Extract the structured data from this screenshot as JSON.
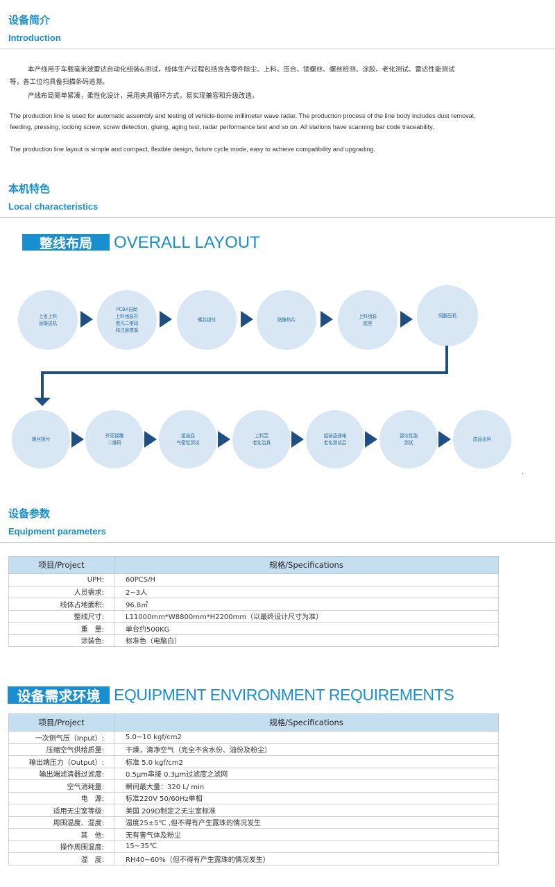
{
  "intro": {
    "title_cn": "设备简介",
    "title_en": "Introduction",
    "cn_paragraph_1": "本产线用于车载毫米波雷达自动化组装&测试，线体生产过程包括含各零件除尘、上料、压合、锁螺丝、螺丝检测、涂胶、老化测试、雷达性能测试等，各工位均具备扫描条码追溯。",
    "cn_paragraph_2": "产线布局简单紧凑，柔性化设计，采用夹具循环方式，易实现兼容和升级改造。",
    "en_paragraph_1": "The production line is used for automatic assembly and testing of vehicle-borne millimeter wave radar. The production process of the line body includes dust removal, feeding, pressing, locking screw, screw detection, gluing, aging test, radar performance test and so on. All stations have scanning bar code traceability.",
    "en_paragraph_2": "The production line layout is simple and compact, flexible design, fixture cycle mode, easy to achieve compatibility and upgrading."
  },
  "features": {
    "title_cn": "本机特色",
    "title_en": "Local characteristics"
  },
  "layout": {
    "banner_cn": "整线布局",
    "banner_en": "OVERALL LAYOUT",
    "row1": [
      "上盖上料\n运输送机",
      "PCBA自助\n上料组装并\n激光二维码\n和注册镌像",
      "螺丝锁付",
      "贴散热片",
      "上料组装\n底座",
      "伺服压机"
    ],
    "row2": [
      "螺丝锁付",
      "外壳镭雕\n二维码",
      "组装品\n气密性测试",
      "上料至\n老化治具",
      "组装品通电\n老化测试后",
      "雷达性能\n测试",
      "成品出料"
    ],
    "trailing_mark": "."
  },
  "params": {
    "title_cn": "设备参数",
    "title_en": "Equipment parameters",
    "header": [
      "项目/Project",
      "规格/Specifications"
    ],
    "rows": [
      [
        "UPH:",
        "60PCS/H"
      ],
      [
        "人员需求:",
        "2~3人"
      ],
      [
        "线体占地面积:",
        "96.8㎡"
      ],
      [
        "整线尺寸:",
        "L11000mm*W8800mm*H2200mm（以最终设计尺寸为准）"
      ],
      [
        "重　量:",
        "单台约500KG"
      ],
      [
        "涂装色:",
        "标准色（电脑白）"
      ]
    ]
  },
  "env": {
    "banner_cn": "设备需求环境",
    "banner_en": "EQUIPMENT ENVIRONMENT REQUIREMENTS",
    "header": [
      "项目/Project",
      "规格/Specifications"
    ],
    "rows": [
      [
        "一次侧气压（Input）:",
        "5.0~10 kgf/cm2"
      ],
      [
        "压缩空气供给质量:",
        "干燥，清净空气（完全不含水份、油份及粉尘）"
      ],
      [
        "输出端压力（Output）:",
        "标准 5.0 kgf/cm2"
      ],
      [
        "输出端滤清器过滤度:",
        "0.5μm串接 0.3μm过滤度之滤网"
      ],
      [
        "空气消耗量:",
        "瞬间最大量：320 L/ min"
      ],
      [
        "电　源:",
        "标准220V 50/60Hz单相"
      ],
      [
        "适用无尘室等级:",
        "美国 209D制定之无尘室标准"
      ],
      [
        "周围温度、湿度:",
        "温度25±5℃ ,但不得有产生露珠的情况发生"
      ],
      [
        "其　他:",
        "无有害气体及粉尘"
      ],
      [
        "操作周围温度:",
        "15~35℃"
      ],
      [
        "湿　度:",
        "RH40~60%（但不得有产生露珠的情况发生）"
      ]
    ]
  },
  "colors": {
    "accent": "#1a8fd0",
    "node_fill": "#d8e7f3",
    "arrow": "#1f4f80",
    "table_header": "#c5dff0"
  }
}
